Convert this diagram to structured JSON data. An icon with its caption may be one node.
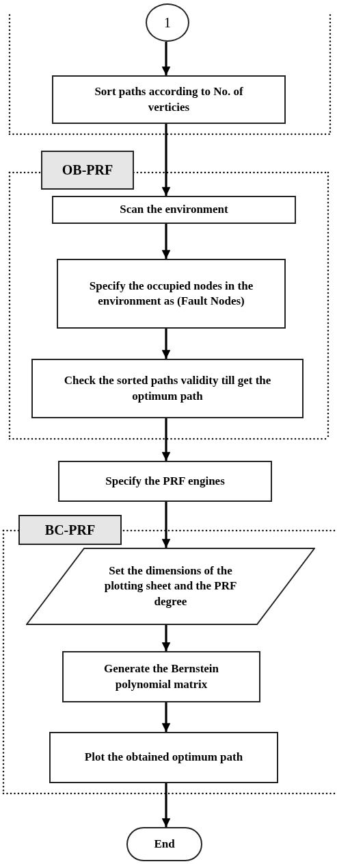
{
  "diagram": {
    "nodes": [
      {
        "text": [
          "1"
        ]
      },
      {
        "text": [],
        "shape": "box"
      },
      {
        "text": [
          "Sort paths according to No. of verticies"
        ],
        "in": 1
      },
      {
        "text": [
          "OB-PRF"
        ]
      },
      {
        "text": [
          "Scan the environment"
        ],
        "in": 3
      },
      {
        "text": [
          "Specify the occupied nodes in the environment as (Fault Nodes)"
        ],
        "in": 3
      },
      {
        "text": [
          "Check the sorted paths validity till get the optimum path"
        ],
        "in": 3
      },
      {
        "text": [
          "Specify the PRF engines"
        ]
      },
      {
        "text": [
          "BC-PRF"
        ]
      },
      {
        "text": [
          "Set the dimensions of the plotting sheet and the PRF degree"
        ],
        "in": 8
      },
      {
        "text": [
          "Generate the Bernstein polynomial matrix"
        ],
        "in": 8
      },
      {
        "text": [
          "Plot the obtained optimum path"
        ],
        "in": 8
      },
      {
        "text": [
          "End"
        ]
      }
    ],
    "edges": [
      {
        "from": 0,
        "to": 2,
        "arrow": "to"
      },
      {
        "from": 2,
        "to": 4,
        "arrow": "to"
      },
      {
        "from": 4,
        "to": 5,
        "arrow": "to"
      },
      {
        "from": 5,
        "to": 6,
        "arrow": "to"
      },
      {
        "from": 6,
        "to": 7,
        "arrow": "to"
      },
      {
        "from": 7,
        "to": 9,
        "arrow": "to"
      },
      {
        "from": 9,
        "to": 10,
        "arrow": "to"
      },
      {
        "from": 10,
        "to": 11,
        "arrow": "to"
      },
      {
        "from": 11,
        "to": 12,
        "arrow": "to"
      }
    ]
  }
}
